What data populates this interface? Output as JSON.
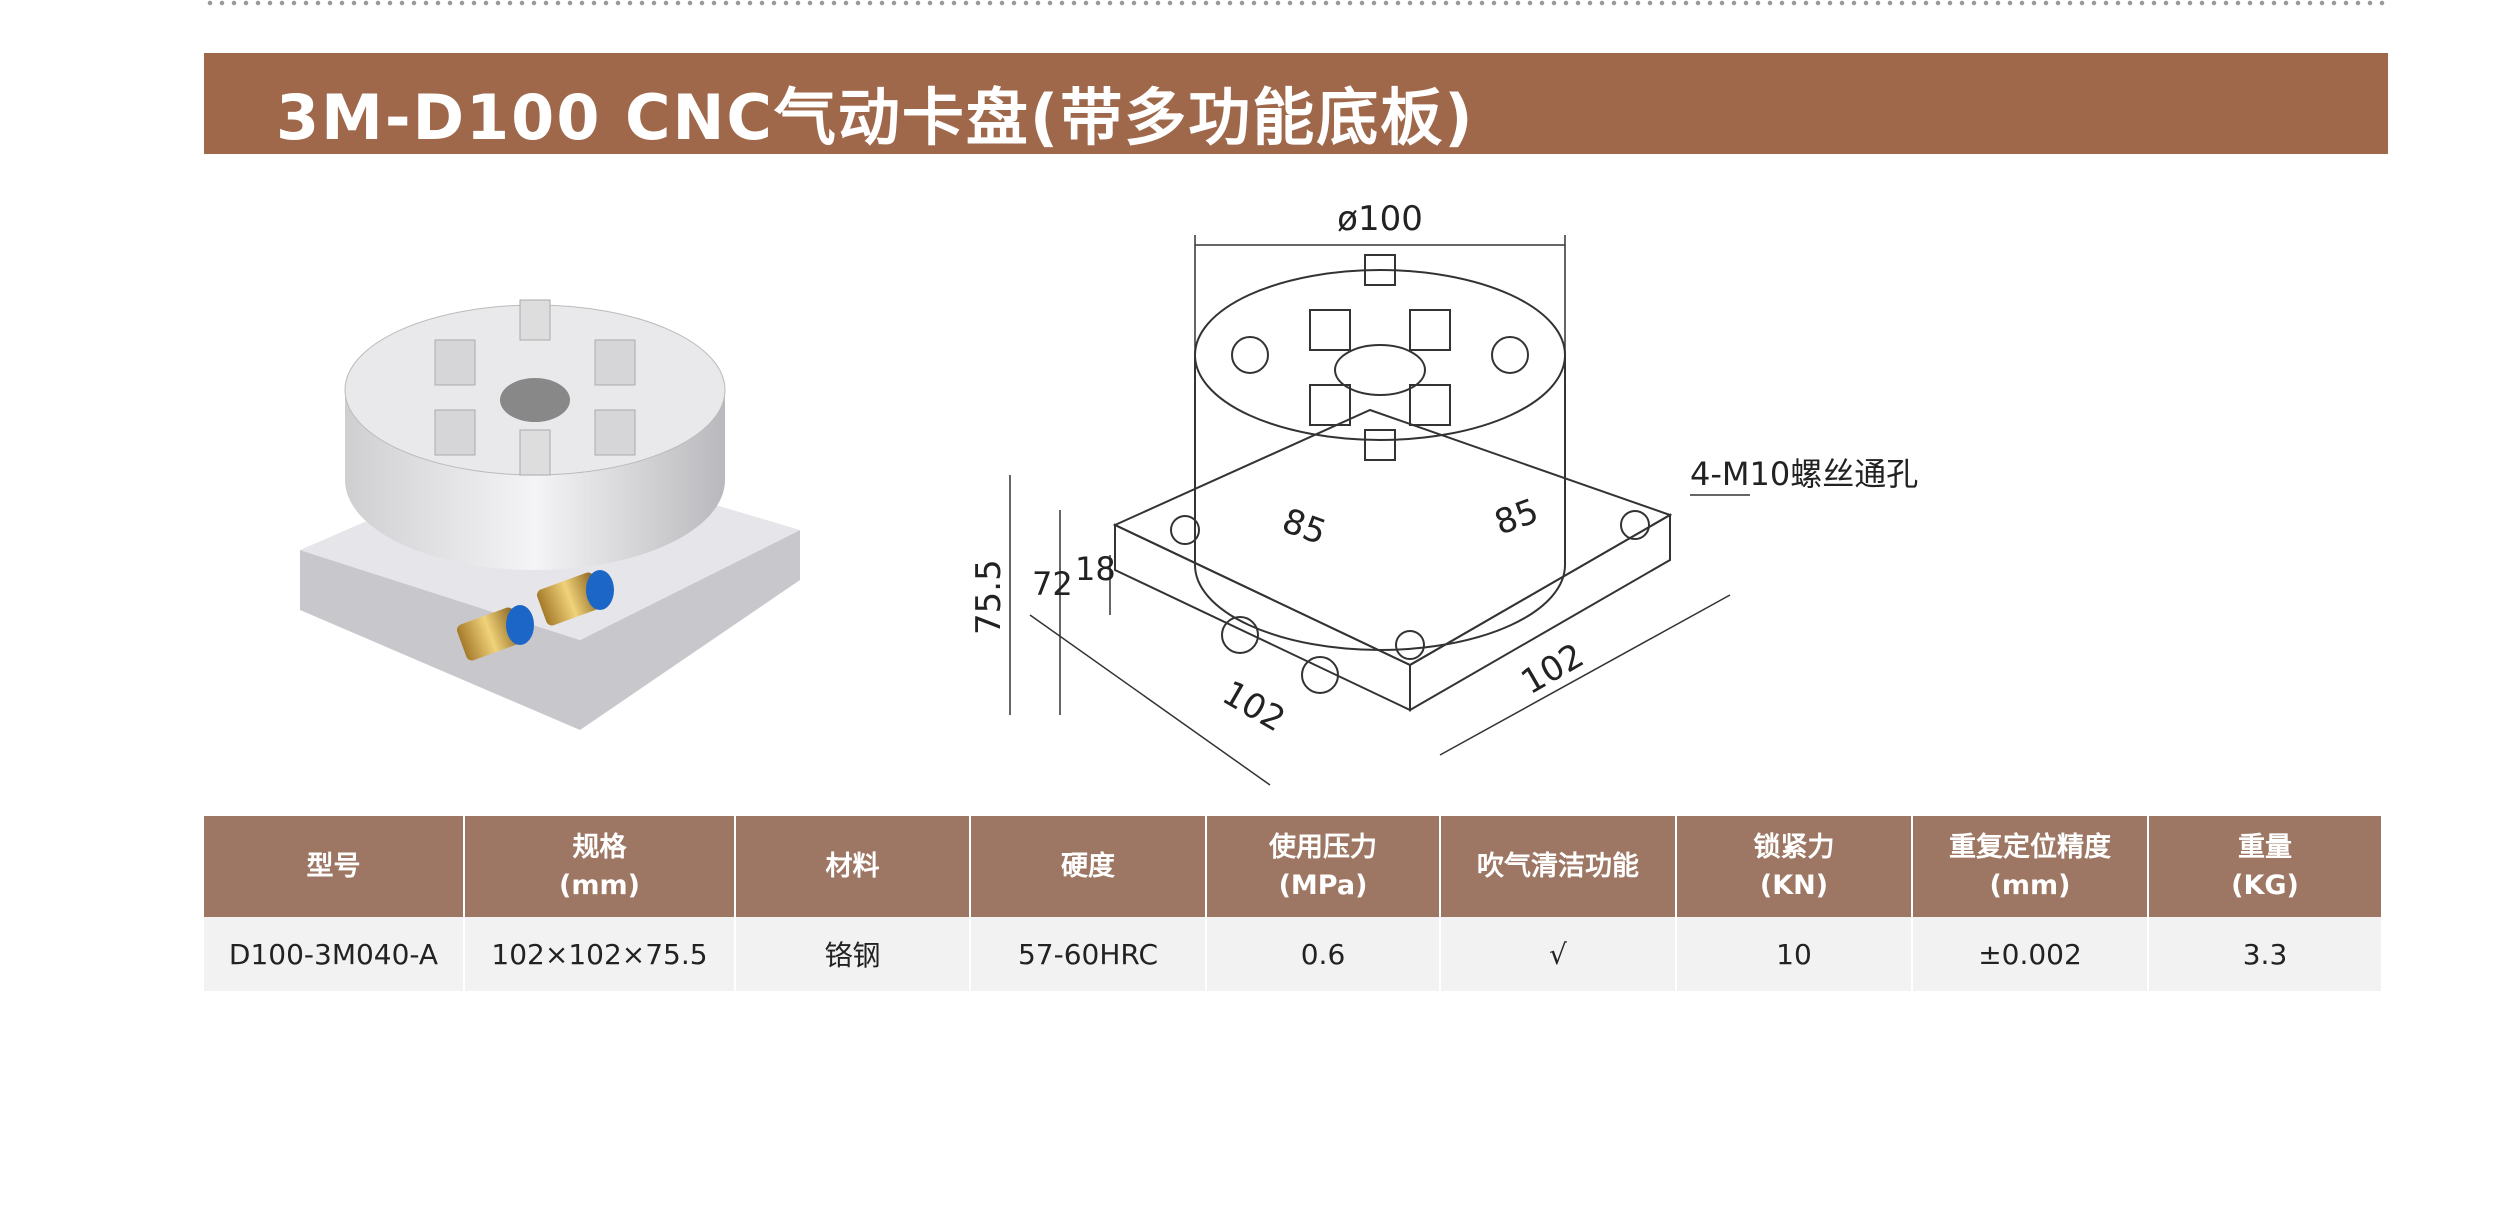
{
  "title": "3M-D100 CNC气动卡盘(带多功能底板)",
  "drawing": {
    "diameter": "ø100",
    "hole_note": "4-M10螺丝通孔",
    "dim_85_left": "85",
    "dim_85_right": "85",
    "height_total": "75.5",
    "height_72": "72",
    "height_18": "18",
    "width_left": "102",
    "width_right": "102"
  },
  "table": {
    "headers": [
      {
        "line1": "型号",
        "line2": ""
      },
      {
        "line1": "规格",
        "line2": "(mm)"
      },
      {
        "line1": "材料",
        "line2": ""
      },
      {
        "line1": "硬度",
        "line2": ""
      },
      {
        "line1": "使用压力",
        "line2": "(MPa)"
      },
      {
        "line1": "吹气清洁功能",
        "line2": ""
      },
      {
        "line1": "锁紧力",
        "line2": "(KN)"
      },
      {
        "line1": "重复定位精度",
        "line2": "(mm)"
      },
      {
        "line1": "重量",
        "line2": "(KG)"
      }
    ],
    "rows": [
      [
        "D100-3M040-A",
        "102×102×75.5",
        "铬钢",
        "57-60HRC",
        "0.6",
        "√",
        "10",
        "±0.002",
        "3.3"
      ]
    ]
  },
  "colors": {
    "title_bg": "#a0684b",
    "header_bg": "#9d7763",
    "row_bg": "#f2f2f2"
  }
}
